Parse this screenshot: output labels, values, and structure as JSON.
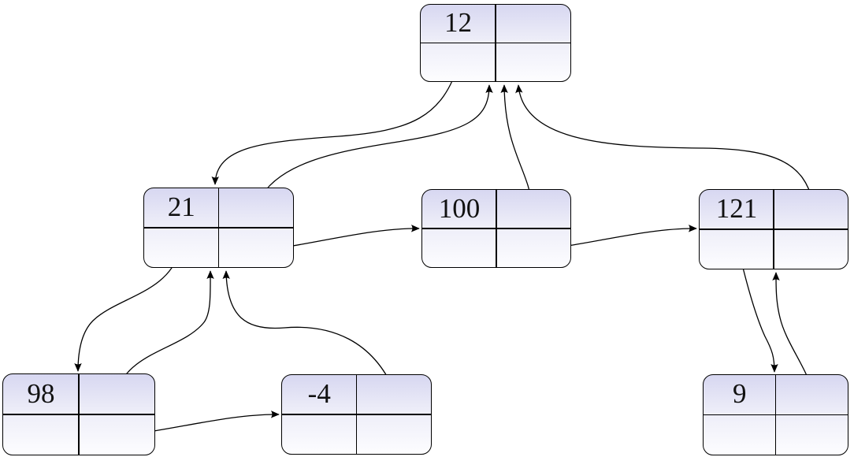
{
  "diagram": {
    "kind": "linked-tree-node-records",
    "colors": {
      "node_top": "#d7d7f1",
      "node_bottom": "#fdfdff",
      "border": "#000000",
      "arrow": "#000000",
      "background": "#ffffff"
    },
    "nodes": [
      {
        "id": "n12",
        "value": "12"
      },
      {
        "id": "n21",
        "value": "21"
      },
      {
        "id": "n100",
        "value": "100"
      },
      {
        "id": "n121",
        "value": "121"
      },
      {
        "id": "n98",
        "value": "98"
      },
      {
        "id": "nm4",
        "value": "-4"
      },
      {
        "id": "n9",
        "value": "9"
      }
    ],
    "edges": [
      {
        "from": "n12",
        "to": "n21",
        "type": "child"
      },
      {
        "from": "n21",
        "to": "n12",
        "type": "parent"
      },
      {
        "from": "n100",
        "to": "n12",
        "type": "parent"
      },
      {
        "from": "n121",
        "to": "n12",
        "type": "parent"
      },
      {
        "from": "n21",
        "to": "n100",
        "type": "next"
      },
      {
        "from": "n100",
        "to": "n121",
        "type": "next"
      },
      {
        "from": "n21",
        "to": "n98",
        "type": "child"
      },
      {
        "from": "n98",
        "to": "n21",
        "type": "parent"
      },
      {
        "from": "nm4",
        "to": "n21",
        "type": "parent"
      },
      {
        "from": "n98",
        "to": "nm4",
        "type": "next"
      },
      {
        "from": "n121",
        "to": "n9",
        "type": "child"
      },
      {
        "from": "n9",
        "to": "n121",
        "type": "parent"
      }
    ]
  }
}
